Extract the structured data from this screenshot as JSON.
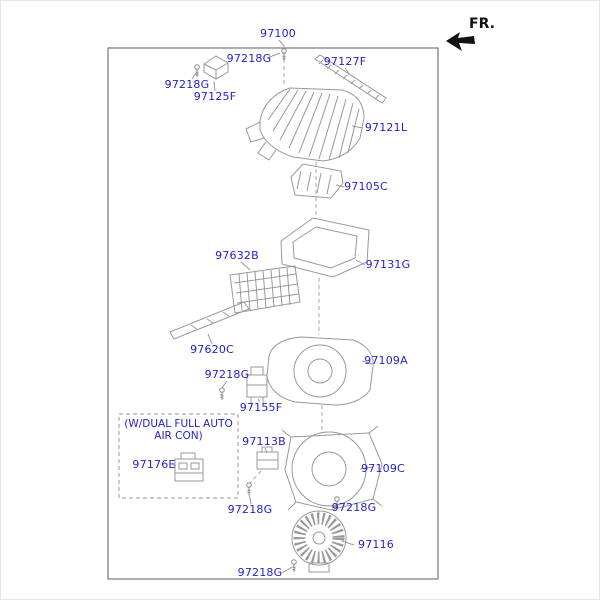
{
  "direction_indicator": {
    "label": "FR."
  },
  "note_box": {
    "line1": "(W/DUAL FULL AUTO",
    "line2": "AIR CON)"
  },
  "colors": {
    "label_blue": "#2222cc",
    "art_gray": "#999999",
    "frame_gray": "#777777",
    "background": "#ffffff"
  },
  "callouts": [
    {
      "part": "97100"
    },
    {
      "part": "97218G"
    },
    {
      "part": "97127F"
    },
    {
      "part": "97218G"
    },
    {
      "part": "97125F"
    },
    {
      "part": "97121L"
    },
    {
      "part": "97105C"
    },
    {
      "part": "97632B"
    },
    {
      "part": "97131G"
    },
    {
      "part": "97620C"
    },
    {
      "part": "97109A"
    },
    {
      "part": "97218G"
    },
    {
      "part": "97155F"
    },
    {
      "part": "97113B"
    },
    {
      "part": "97176E"
    },
    {
      "part": "97109C"
    },
    {
      "part": "97218G"
    },
    {
      "part": "97218G"
    },
    {
      "part": "97116"
    },
    {
      "part": "97218G"
    }
  ]
}
